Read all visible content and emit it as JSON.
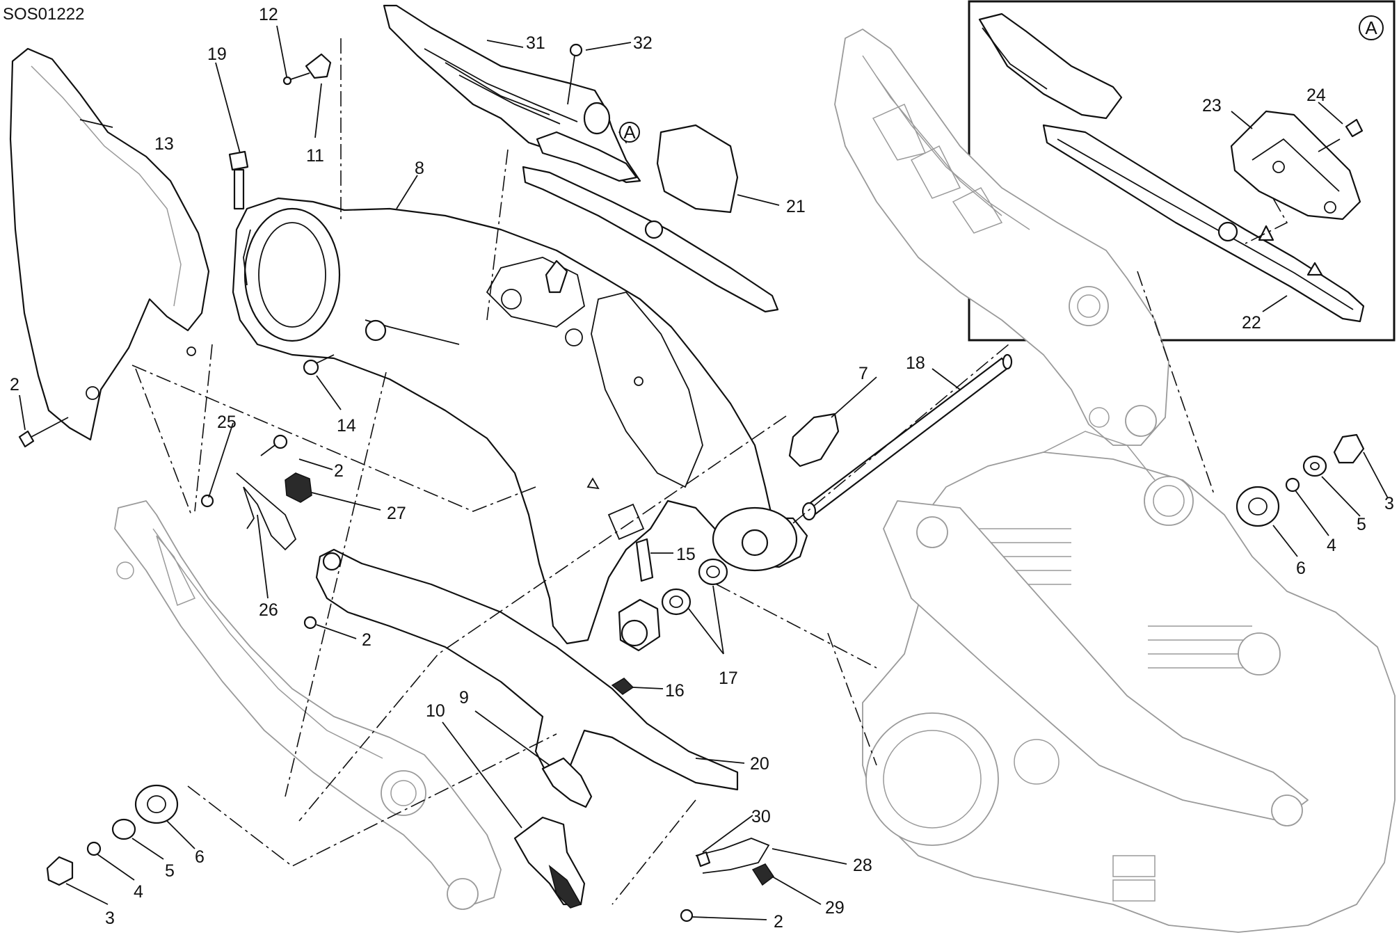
{
  "drawing_code": "SOS01222",
  "detail_view": {
    "letter": "A"
  },
  "callouts": {
    "c2_a": "2",
    "c2_b": "2",
    "c2_c": "2",
    "c2_d": "2",
    "c3_a": "3",
    "c3_b": "3",
    "c4_a": "4",
    "c4_b": "4",
    "c5_a": "5",
    "c5_b": "5",
    "c6_a": "6",
    "c6_b": "6",
    "c7": "7",
    "c8": "8",
    "c9": "9",
    "c10": "10",
    "c11": "11",
    "c12": "12",
    "c13": "13",
    "c14": "14",
    "c15": "15",
    "c16": "16",
    "c17": "17",
    "c18": "18",
    "c19": "19",
    "c20": "20",
    "c21": "21",
    "c22": "22",
    "c23": "23",
    "c24": "24",
    "c25": "25",
    "c26": "26",
    "c27": "27",
    "c28": "28",
    "c29": "29",
    "c30": "30",
    "c31": "31",
    "c32": "32"
  }
}
